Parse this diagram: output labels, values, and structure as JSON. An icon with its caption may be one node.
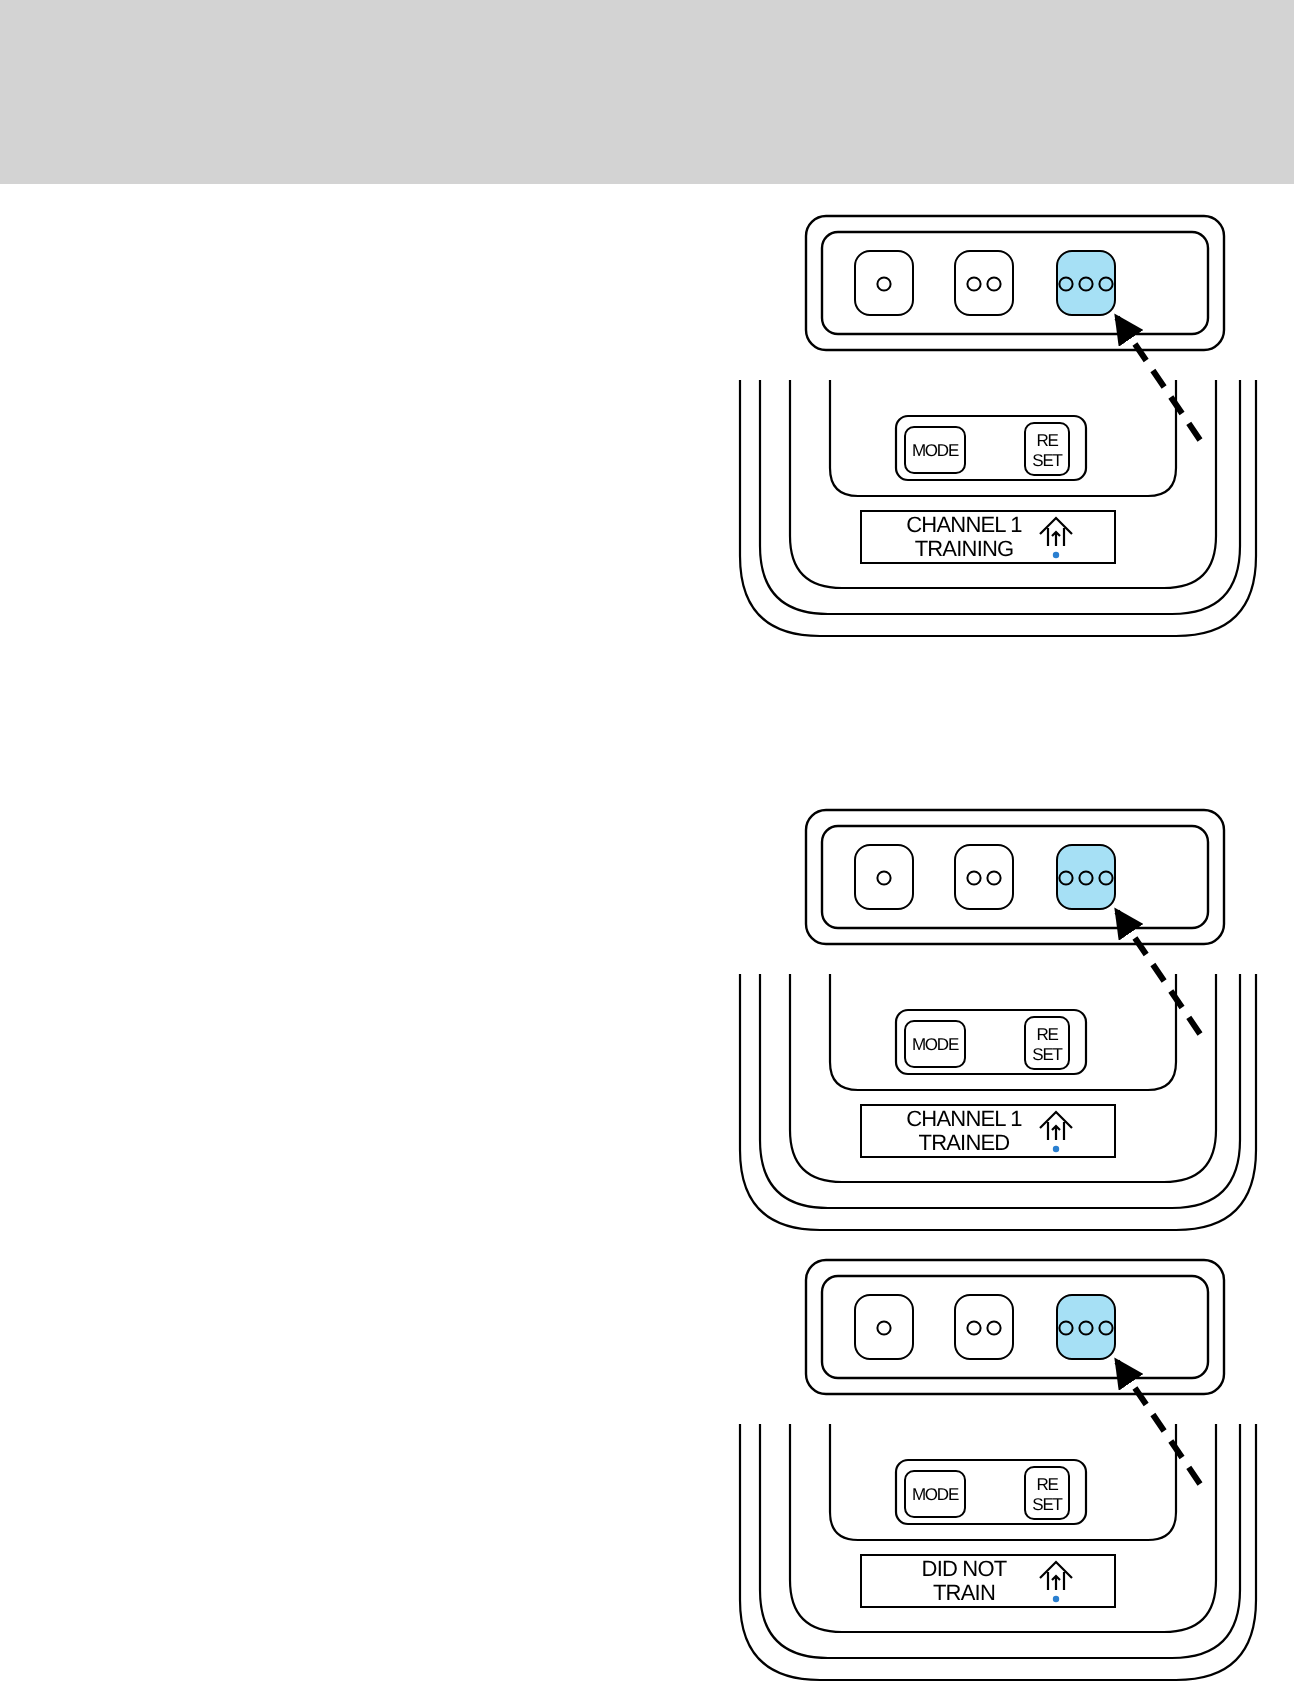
{
  "diagram": {
    "nodes": [
      {
        "text": [],
        "shape": "button"
      },
      {
        "text": [],
        "shape": "button"
      },
      {
        "text": [],
        "shape": "button"
      },
      {
        "text": [
          "MODE"
        ]
      },
      {
        "text": [
          "RE SET"
        ]
      },
      {
        "text": [
          "CHANNEL 1 TRAINING"
        ]
      },
      {
        "text": [],
        "shape": "button"
      },
      {
        "text": [],
        "shape": "button"
      },
      {
        "text": [],
        "shape": "button"
      },
      {
        "text": [
          "MODE"
        ]
      },
      {
        "text": [
          "RE SET"
        ]
      },
      {
        "text": [
          "CHANNEL 1 TRAINED"
        ]
      },
      {
        "text": [],
        "shape": "button"
      },
      {
        "text": [],
        "shape": "button"
      },
      {
        "text": [],
        "shape": "button"
      },
      {
        "text": [
          "MODE"
        ]
      },
      {
        "text": [
          "RE SET"
        ]
      },
      {
        "text": [
          "DID NOT TRAIN"
        ]
      }
    ],
    "edges": [
      {
        "from": null,
        "to": 2,
        "arrow": "to",
        "style": "dashed"
      },
      {
        "from": null,
        "to": 8,
        "arrow": "to",
        "style": "dashed"
      },
      {
        "from": null,
        "to": 14,
        "arrow": "to",
        "style": "dashed"
      }
    ]
  }
}
